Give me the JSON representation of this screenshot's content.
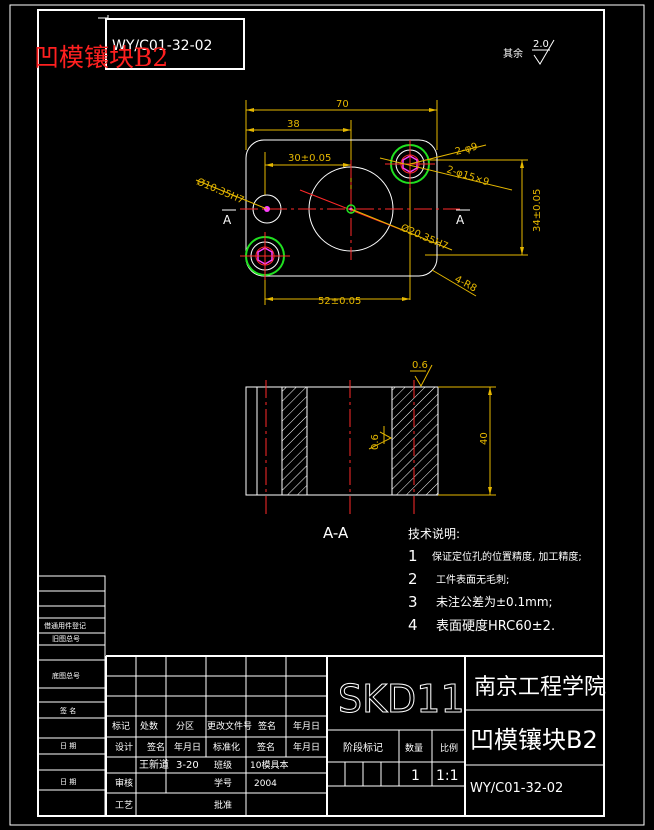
{
  "header": {
    "drawing_code": "WY/C01-32-02",
    "red_title": "凹模镶块B2",
    "rest_label": "其余",
    "rest_roughness": "2.0"
  },
  "top_view": {
    "dims": {
      "width_70": "70",
      "dim_38": "38",
      "dim_30": "30±0.05",
      "dim_52": "52±0.05",
      "dim_34": "34±0.05",
      "hole_2_9": "2-φ9",
      "hole_2_15": "2-φ15×9",
      "pin_10": "Ø10.35H7",
      "bore_20": "Ø20.35H7",
      "radius": "4-R8"
    },
    "section_mark": "A"
  },
  "section_view": {
    "label": "A-A",
    "height_dim": "40",
    "roughness_top": "0.6",
    "roughness_side": "0.6"
  },
  "notes": {
    "heading": "技术说明:",
    "items": [
      {
        "num": "1",
        "text": "保证定位孔的位置精度, 加工精度;"
      },
      {
        "num": "2",
        "text": "工件表面无毛刺;"
      },
      {
        "num": "3",
        "text": "未注公差为±0.1mm;"
      },
      {
        "num": "4",
        "text": "表面硬度HRC60±2."
      }
    ]
  },
  "side_block": {
    "labels": [
      "借通用件登记",
      "旧图总号",
      "底图总号",
      "签 名",
      "日 期",
      "日 期"
    ]
  },
  "title_block": {
    "material": "SKD11",
    "school": "南京工程学院",
    "part_name": "凹模镶块B2",
    "drawing_no": "WY/C01-32-02",
    "rev_headers": [
      "标记",
      "处数",
      "分区",
      "更改文件号",
      "签名",
      "年月日"
    ],
    "design_row": [
      "设计",
      "签名",
      "年月日",
      "标准化",
      "签名",
      "年月日"
    ],
    "designer": "王新道",
    "design_date": "3-20",
    "class_label": "班级",
    "class_value": "10模具本",
    "check_label": "审核",
    "student_no_label": "学号",
    "student_no_value": "2004",
    "process_label": "工艺",
    "approve_label": "批准",
    "stage_label": "阶段标记",
    "qty_label": "数量",
    "scale_label": "比例",
    "qty_value": "1",
    "scale_value": "1:1"
  }
}
